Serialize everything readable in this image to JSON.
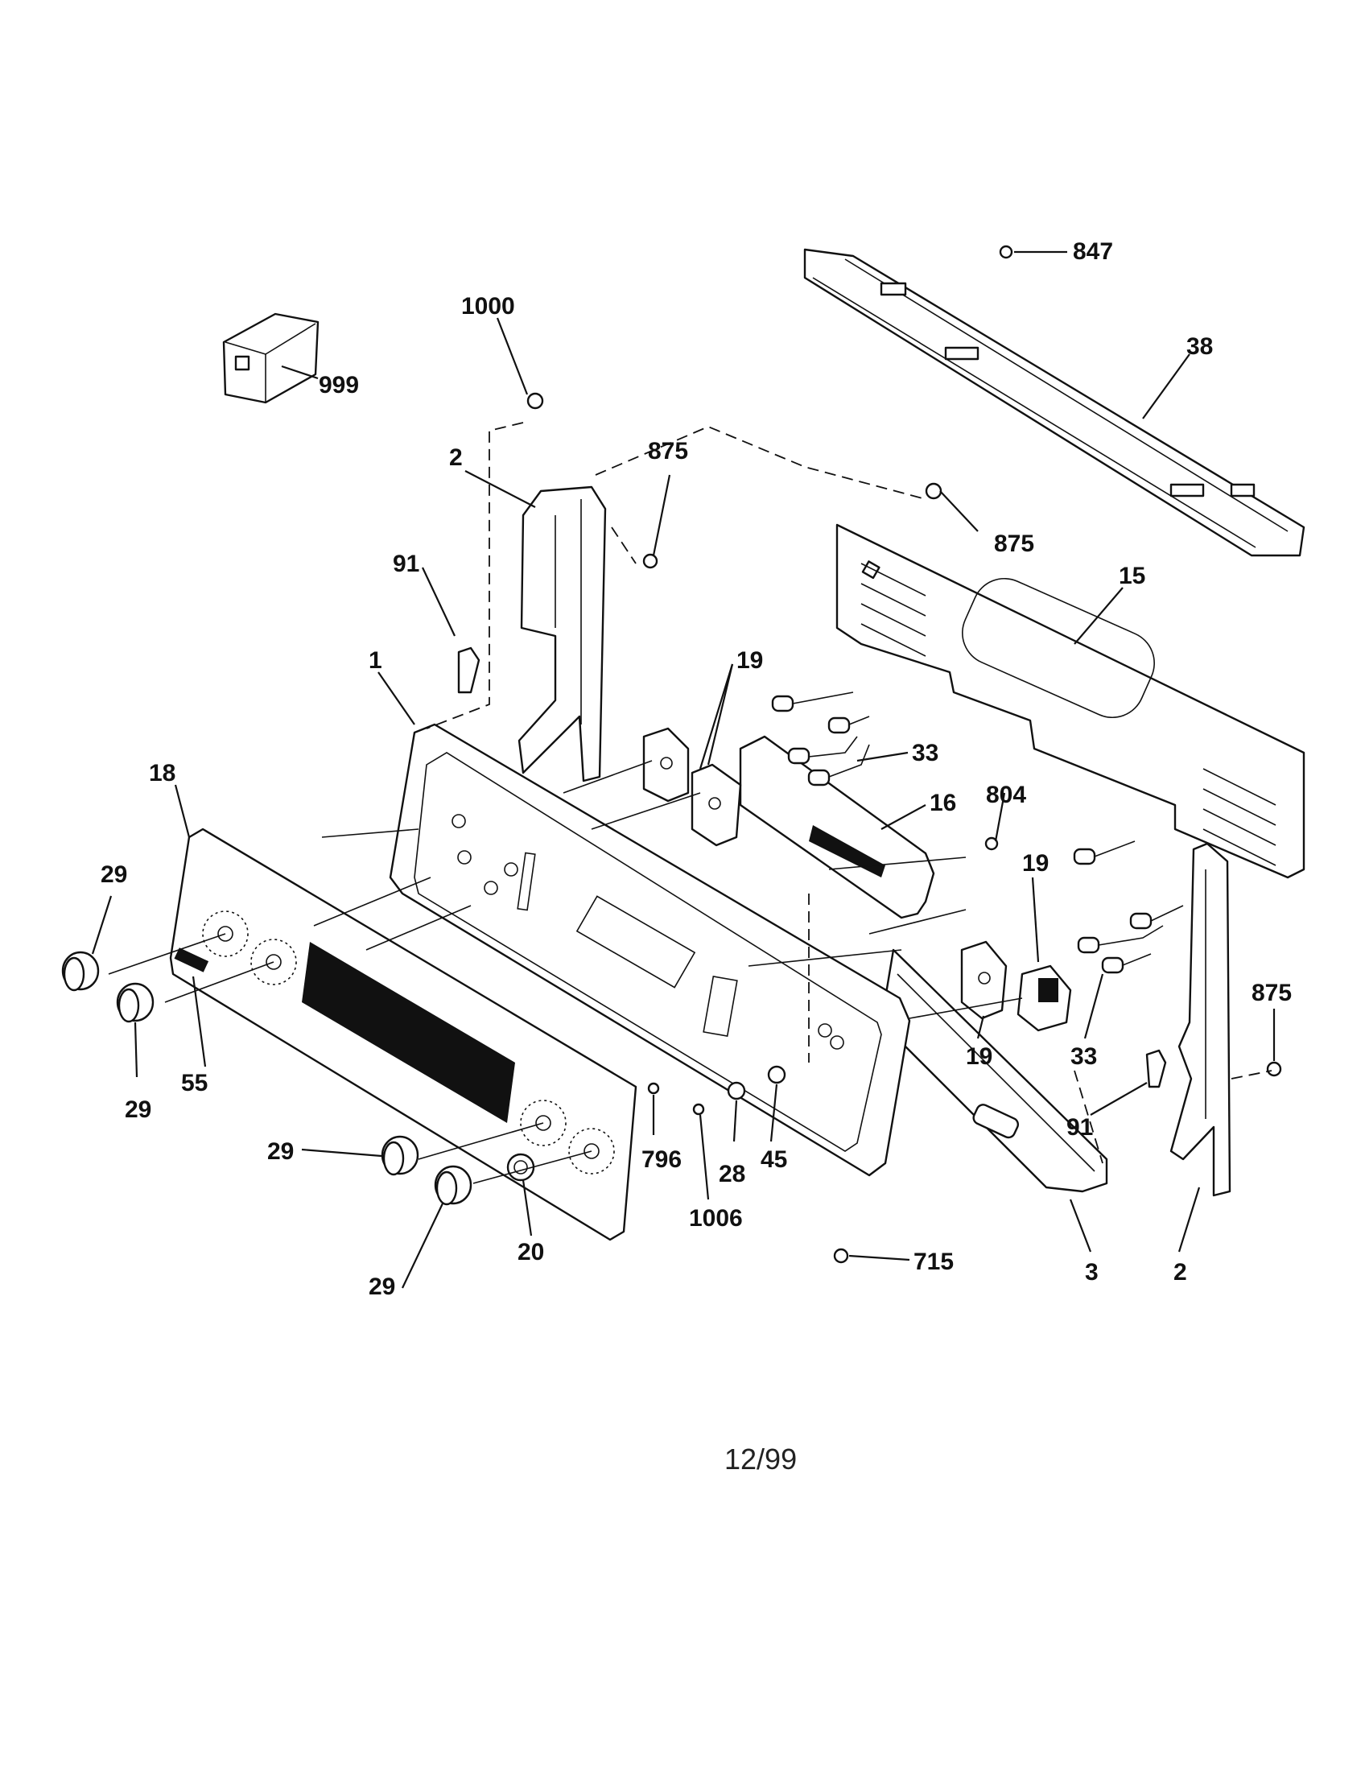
{
  "diagram": {
    "date": "12/99",
    "callouts": {
      "c847": "847",
      "c38": "38",
      "c1000": "1000",
      "c999": "999",
      "c2a": "2",
      "c875a": "875",
      "c875b": "875",
      "c15": "15",
      "c91a": "91",
      "c1": "1",
      "c19a": "19",
      "c33a": "33",
      "c18": "18",
      "c16": "16",
      "c804": "804",
      "c19b": "19",
      "c29a": "29",
      "c875c": "875",
      "c55": "55",
      "c29b": "29",
      "c19c": "19",
      "c33b": "33",
      "c91b": "91",
      "c29c": "29",
      "c796": "796",
      "c28": "28",
      "c45": "45",
      "c1006": "1006",
      "c20": "20",
      "c29d": "29",
      "c715": "715",
      "c3": "3",
      "c2b": "2"
    }
  }
}
